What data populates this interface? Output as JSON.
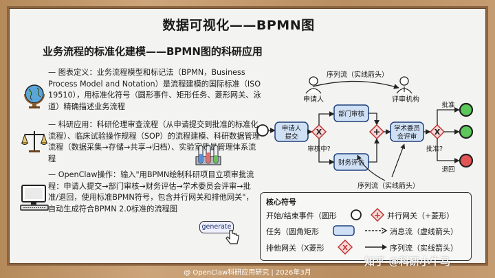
{
  "title": "数据可视化——BPMN图",
  "subtitle": "业务流程的标准化建模——BPMN图的科研应用",
  "bullets": [
    {
      "icon": "globe-icon",
      "text": "— 图表定义：业务流程模型和标记法（BPMN，Business Process Model and Notation）是流程建模的国际标准（ISO 19510），用标准化符号（圆形事件、矩形任务、菱形网关、泳道）精确描述业务流程"
    },
    {
      "icon": "scales-icon",
      "text": "— 科研应用：科研伦理审查流程（从申请提交到批准的标准化流程）、临床试验操作规程（SOP）的流程建模、科研数据管理流程（数据采集→存储→共享→归档）、实验室质量管理体系流程"
    },
    {
      "icon": "computer-icon",
      "text": "— OpenClaw操作：输入\"用BPMN绘制科研项目立项审批流程：申请人提交→部门审核→财务评估→学术委员会评审→批准/退回，使用标准BPMN符号，包含并行网关和排他网关\"，自动生成符合BPMN 2.0标准的流程图"
    }
  ],
  "generate_label": "generate",
  "diagram": {
    "top_annotation": "序列流（实线箭头）",
    "bottom_annotation": "序列流（实线箭头）",
    "actor_applicant": "申请人",
    "actor_committee": "评审机构",
    "task_submit": [
      "申请人",
      "提交"
    ],
    "task_dept": "部门审核",
    "task_finance": "财务评估",
    "task_committee": [
      "学术委员",
      "会评审"
    ],
    "gateway_label_review": "审核中?",
    "gateway_label_approve": "批准?",
    "end_approve": "批准",
    "end_return": "退回",
    "gateway_exclusive_symbol": "X",
    "gateway_parallel_symbol": "+"
  },
  "legend": {
    "title": "核心符号",
    "items": [
      {
        "label": "开始/结束事件（圆形",
        "symbol": "circle"
      },
      {
        "label": "并行网关（+菱形）",
        "symbol": "parallel-gateway"
      },
      {
        "label": "任务（圆角矩形",
        "symbol": "task"
      },
      {
        "label": "消息流（虚线箭头）",
        "symbol": "dashed-arrow"
      },
      {
        "label": "排他网关（X菱形",
        "symbol": "exclusive-gateway"
      },
      {
        "label": "序列流（实线箭头）",
        "symbol": "solid-arrow"
      }
    ]
  },
  "colors": {
    "task_fill": "#cfe0f5",
    "task_stroke": "#1f3f7a",
    "gateway_fill": "#f7d7d7",
    "gateway_stroke": "#c03030",
    "end_green": "#5cc85a",
    "end_red": "#e35555",
    "board_bg": "#f3f3f1",
    "frame_wood": "#c19a6b"
  },
  "footer": "@ OpenClaw科研应用研究 | 2026年3月",
  "watermark": "知乎 @科研小牛马"
}
